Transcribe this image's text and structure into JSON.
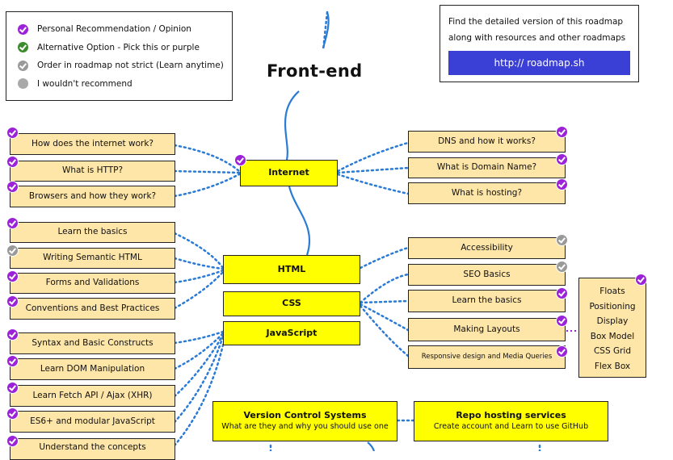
{
  "legend": {
    "items": [
      {
        "label": "Personal Recommendation / Opinion",
        "color": "#9b22d8",
        "icon": "check-icon"
      },
      {
        "label": "Alternative Option - Pick this or purple",
        "color": "#3d8b2f",
        "icon": "check-icon"
      },
      {
        "label": "Order in roadmap not strict (Learn anytime)",
        "color": "#9a9a9a",
        "icon": "check-icon"
      },
      {
        "label": "I wouldn't recommend",
        "color": "#a9a9a9",
        "icon": "circle-icon"
      }
    ]
  },
  "info": {
    "line1": "Find the detailed version of this roadmap",
    "line2": "along with resources and other roadmaps",
    "url": "http:// roadmap.sh"
  },
  "title": "Front-end",
  "hubs": {
    "internet": "Internet",
    "html": "HTML",
    "css": "CSS",
    "javascript": "JavaScript"
  },
  "internet_left": [
    "How does the internet work?",
    "What is HTTP?",
    "Browsers and how they work?"
  ],
  "internet_right": [
    "DNS and how it works?",
    "What is Domain Name?",
    "What is hosting?"
  ],
  "html_left": [
    "Learn the basics",
    "Writing Semantic HTML",
    "Forms and Validations",
    "Conventions and Best Practices"
  ],
  "css_right": [
    "Accessibility",
    "SEO Basics",
    "Learn the basics",
    "Making Layouts",
    "Responsive design and Media Queries"
  ],
  "layout_topics": [
    "Floats",
    "Positioning",
    "Display",
    "Box Model",
    "CSS Grid",
    "Flex Box"
  ],
  "js_left": [
    "Syntax and Basic Constructs",
    "Learn DOM Manipulation",
    "Learn Fetch API / Ajax (XHR)",
    "ES6+ and modular JavaScript",
    "Understand the concepts"
  ],
  "vcs": {
    "title": "Version Control Systems",
    "subtitle": "What are they and why you should use one"
  },
  "repo": {
    "title": "Repo hosting services",
    "subtitle": "Create account and Learn to use GitHub"
  },
  "colors": {
    "accent": "#3a3fd6",
    "hub": "#ffff00",
    "node": "#fee5a8",
    "purple": "#9b22d8",
    "line": "#2b7bd6"
  }
}
